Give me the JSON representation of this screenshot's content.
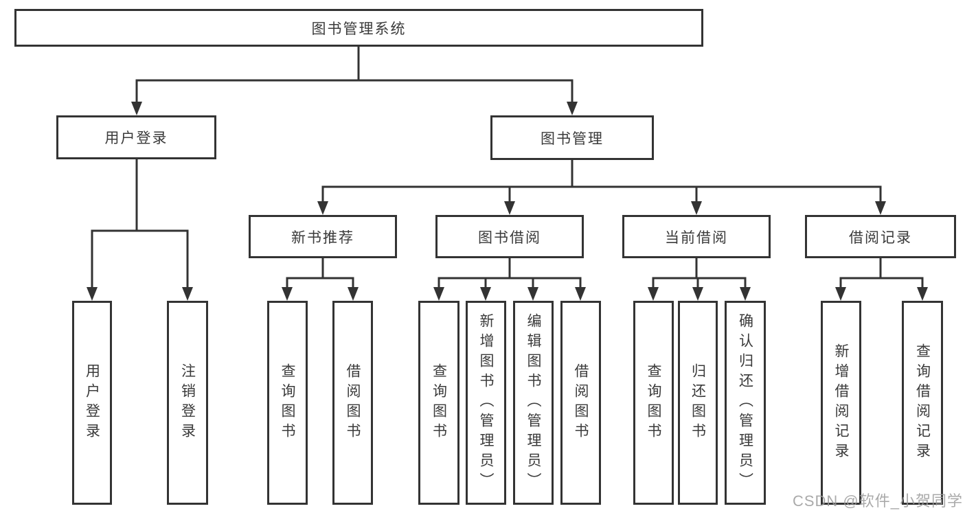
{
  "tree": {
    "label": "图书管理系统",
    "children": [
      {
        "label": "用户登录",
        "children": [
          {
            "label": "用户登录"
          },
          {
            "label": "注销登录"
          }
        ]
      },
      {
        "label": "图书管理",
        "children": [
          {
            "label": "新书推荐",
            "children": [
              {
                "label": "查询图书"
              },
              {
                "label": "借阅图书"
              }
            ]
          },
          {
            "label": "图书借阅",
            "children": [
              {
                "label": "查询图书"
              },
              {
                "label": "新增图书（管理员）"
              },
              {
                "label": "编辑图书（管理员）"
              },
              {
                "label": "借阅图书"
              }
            ]
          },
          {
            "label": "当前借阅",
            "children": [
              {
                "label": "查询图书"
              },
              {
                "label": "归还图书"
              },
              {
                "label": "确认归还（管理员）"
              }
            ]
          },
          {
            "label": "借阅记录",
            "children": [
              {
                "label": "新增借阅记录"
              },
              {
                "label": "查询借阅记录"
              }
            ]
          }
        ]
      }
    ]
  },
  "watermark": {
    "text": "CSDN @软件_小贺同学"
  },
  "colors": {
    "line": "#333333",
    "box_border": "#333333",
    "text": "#3a3a3a",
    "background": "#ffffff",
    "watermark": "#9b9b9b"
  }
}
